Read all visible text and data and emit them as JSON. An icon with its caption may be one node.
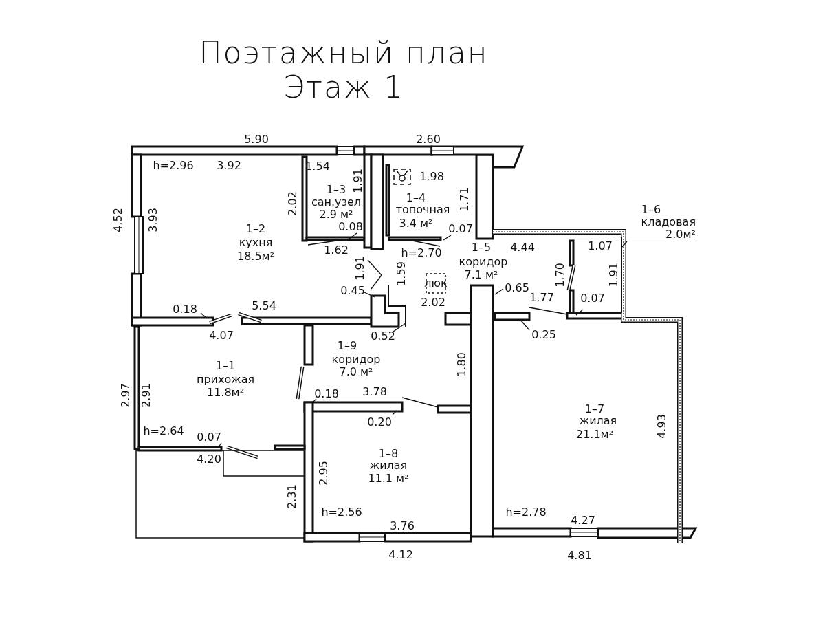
{
  "diagram": {
    "title": "Поэтажный план Этаж 1",
    "nodes": [
      {
        "text": [
          "1–6",
          "кладовая",
          "2.0м²"
        ]
      },
      {
        "text": [],
        "shape": "box"
      }
    ],
    "edges": [
      {
        "from": 0,
        "to": 1,
        "arrow": "none"
      }
    ],
    "labels": [
      "5.90",
      "2.60",
      "h=2.96",
      "3.92",
      "1.54",
      "1.91",
      "1.98",
      "4.52",
      "3.93",
      "2.02",
      "1–3",
      "сан.узел",
      "2.9 м²",
      "1–4",
      "топочная",
      "3.4 м²",
      "1.71",
      "1–2",
      "0.08",
      "0.07",
      "кухня",
      "1.62",
      "h=2.70",
      "1–5",
      "4.44",
      "1.07",
      "18.5м²",
      "коридор",
      "1.91",
      "1.59",
      "7.1 м²",
      "1.70",
      "1.91",
      "0.45",
      "люк",
      "0.65",
      "2.02",
      "1.77",
      "0.07",
      "0.18",
      "5.54",
      "4.07",
      "0.52",
      "0.25",
      "1–9",
      "1–1",
      "коридор",
      "1.80",
      "прихожая",
      "7.0 м²",
      "2.97",
      "2.91",
      "11.8м²",
      "0.18",
      "3.78",
      "1–7",
      "0.20",
      "жилая",
      "4.93",
      "h=2.64",
      "0.07",
      "21.1м²",
      "1–8",
      "4.20",
      "жилая",
      "2.95",
      "11.1 м²",
      "2.31",
      "h=2.56",
      "h=2.78",
      "4.27",
      "3.76",
      "4.12",
      "4.81"
    ]
  }
}
